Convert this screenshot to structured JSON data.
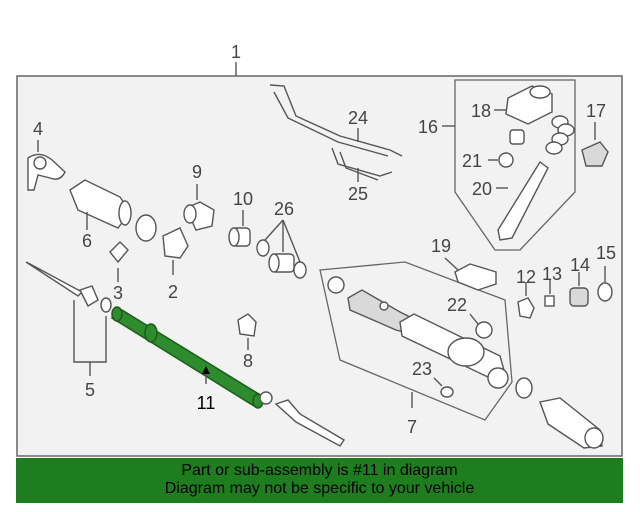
{
  "diagram": {
    "callouts": {
      "c1": "1",
      "c2": "2",
      "c3": "3",
      "c4": "4",
      "c5": "5",
      "c6": "6",
      "c7": "7",
      "c8": "8",
      "c9": "9",
      "c10": "10",
      "c11": "11",
      "c12": "12",
      "c13": "13",
      "c14": "14",
      "c15": "15",
      "c16": "16",
      "c17": "17",
      "c18": "18",
      "c19": "19",
      "c20": "20",
      "c21": "21",
      "c22": "22",
      "c23": "23",
      "c24": "24",
      "c25": "25",
      "c26": "26"
    },
    "highlighted_part": "11",
    "highlight_color": "#2e8b2e"
  },
  "banner": {
    "line1": "Part or sub-assembly is #11 in diagram",
    "line2": "Diagram may not be specific to your vehicle",
    "background": "#1e7d1e"
  }
}
